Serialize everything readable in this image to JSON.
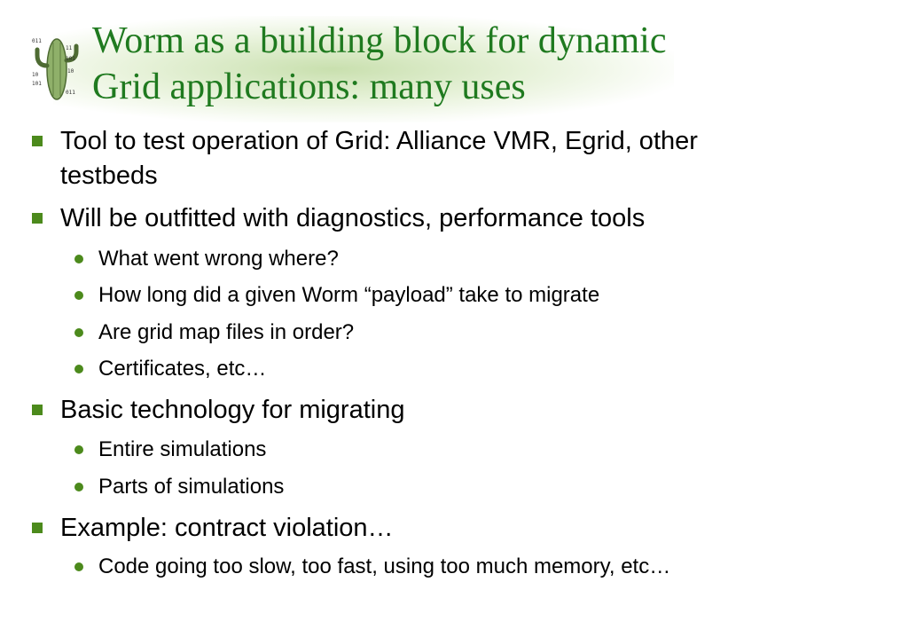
{
  "slide": {
    "title_line1": "Worm as a building block for dynamic",
    "title_line2": "Grid applications:  many uses",
    "logo_icon": "cactus-logo-icon",
    "colors": {
      "title": "#1f7a1f",
      "bullet": "#4c8a1c",
      "text": "#000000"
    },
    "bullets": [
      {
        "text_line1": "Tool to test operation of Grid:  Alliance VMR, Egrid, other",
        "text_line2": "testbeds"
      },
      {
        "text": "Will be outfitted with diagnostics, performance tools",
        "sub": [
          "What went wrong where?",
          "How long did a given Worm “payload” take to migrate",
          "Are grid map files in order?",
          "Certificates, etc…"
        ]
      },
      {
        "text": "Basic technology for migrating",
        "sub": [
          "Entire simulations",
          "Parts of simulations"
        ]
      },
      {
        "text": "Example:  contract violation…",
        "sub": [
          "Code going too slow, too fast, using too much memory, etc…"
        ]
      }
    ]
  }
}
